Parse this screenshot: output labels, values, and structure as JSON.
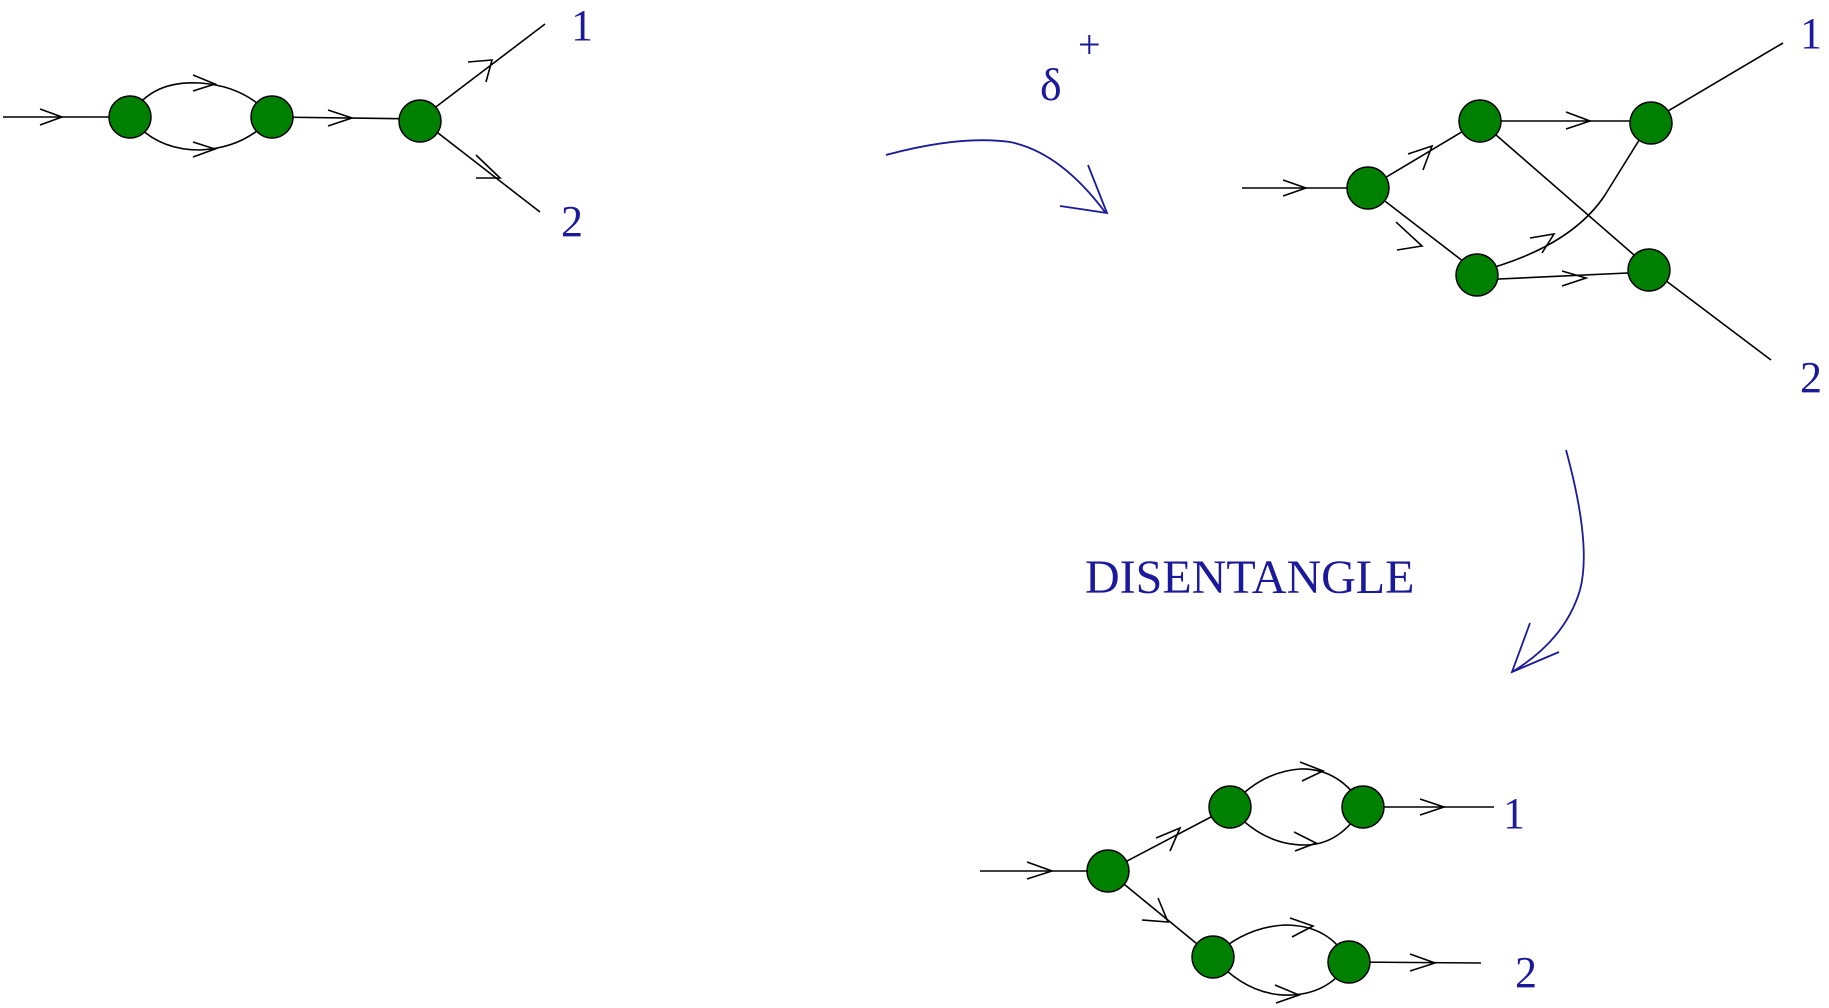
{
  "diagram_a": {
    "output_labels": [
      "1",
      "2"
    ]
  },
  "diagram_b": {
    "output_labels": [
      "1",
      "2"
    ]
  },
  "diagram_c": {
    "output_labels": [
      "1",
      "2"
    ]
  },
  "operator": {
    "symbol": "δ",
    "superscript": "+"
  },
  "step": {
    "label": "DISENTANGLE"
  },
  "colors": {
    "node": "#008000",
    "annotation": "#1a1a9a",
    "edge": "#000000"
  }
}
